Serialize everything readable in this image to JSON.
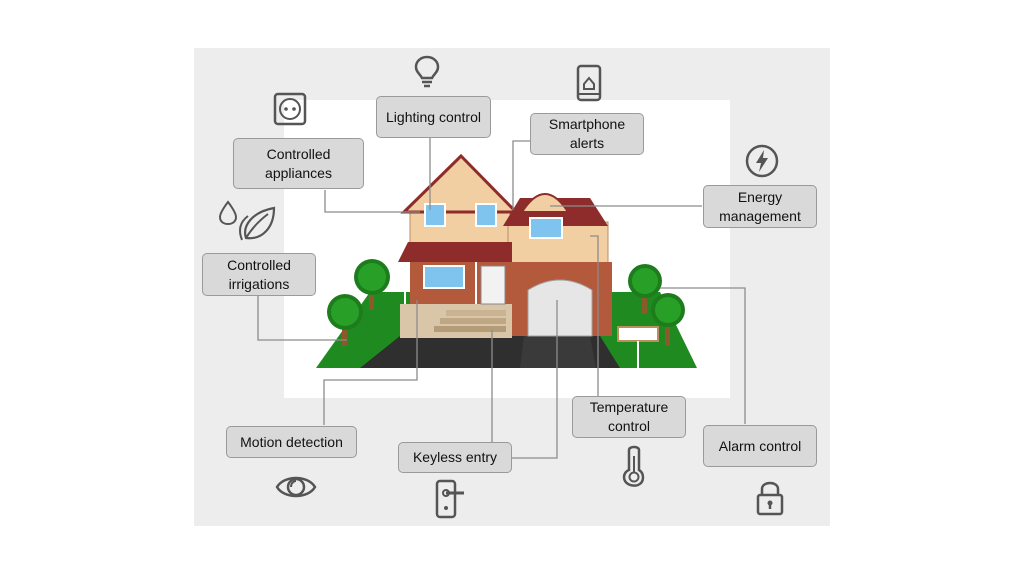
{
  "diagram": {
    "labels": {
      "lighting": "Lighting control",
      "smartphone": "Smartphone alerts",
      "appliances": "Controlled appliances",
      "energy": "Energy management",
      "irrigation": "Controlled irrigations",
      "motion": "Motion detection",
      "keyless": "Keyless entry",
      "temperature": "Temperature control",
      "alarm": "Alarm control"
    },
    "icons": {
      "lighting": "light-bulb-icon",
      "smartphone": "smartphone-icon",
      "appliances": "power-outlet-icon",
      "energy": "lightning-bolt-icon",
      "irrigation": "water-drop-leaf-icon",
      "motion": "eye-icon",
      "keyless": "door-handle-icon",
      "temperature": "thermometer-icon",
      "alarm": "padlock-icon"
    },
    "colors": {
      "label_fill": "#d9d9d9",
      "label_border": "#9a9a9a",
      "connector": "#8c8c8c",
      "siding": "#f1cfa3",
      "roof": "#8e2b2b",
      "brick": "#b45a3c",
      "lawn": "#1f8a1f",
      "window": "#7fc4ee"
    }
  }
}
